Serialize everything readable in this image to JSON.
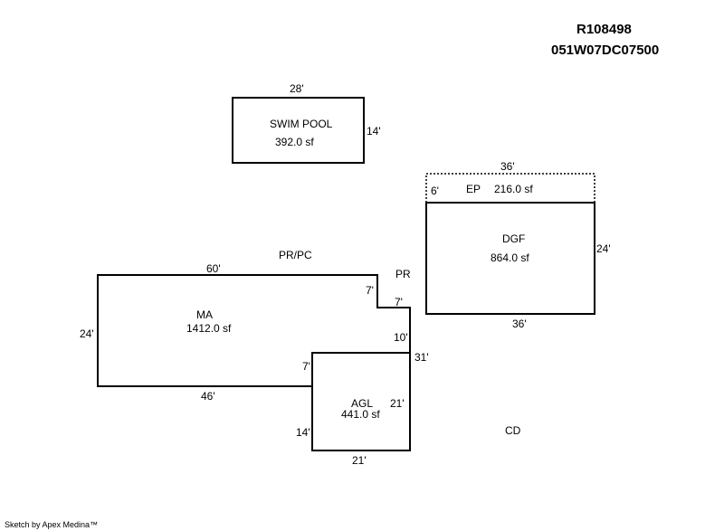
{
  "header": {
    "parcel_id": "R108498",
    "map_number": "051W07DC07500"
  },
  "areas": {
    "swim_pool": {
      "name": "SWIM POOL",
      "area": "392.0 sf",
      "dim_top": "28'",
      "dim_right": "14'"
    },
    "ep": {
      "name": "EP",
      "area": "216.0 sf",
      "dim_top": "36'",
      "dim_left": "6'"
    },
    "dgf": {
      "name": "DGF",
      "area": "864.0 sf",
      "dim_right": "24'",
      "dim_bottom": "36'"
    },
    "ma": {
      "name": "MA",
      "area": "1412.0 sf",
      "dim_top": "60'",
      "dim_left": "24'",
      "dim_bottom": "46'",
      "dim_notch_vertical": "7'",
      "dim_notch_horizontal": "7'",
      "dim_right_upper": "10'",
      "dim_agl_join": "7'"
    },
    "agl": {
      "name": "AGL",
      "area": "441.0 sf",
      "dim_right": "21'",
      "dim_left": "14'",
      "dim_bottom": "21'",
      "dim_total_right": "31'"
    }
  },
  "labels": {
    "pr_pc": "PR/PC",
    "pr": "PR",
    "cd": "CD"
  },
  "footer": {
    "credit": "Sketch by Apex Medina™"
  }
}
